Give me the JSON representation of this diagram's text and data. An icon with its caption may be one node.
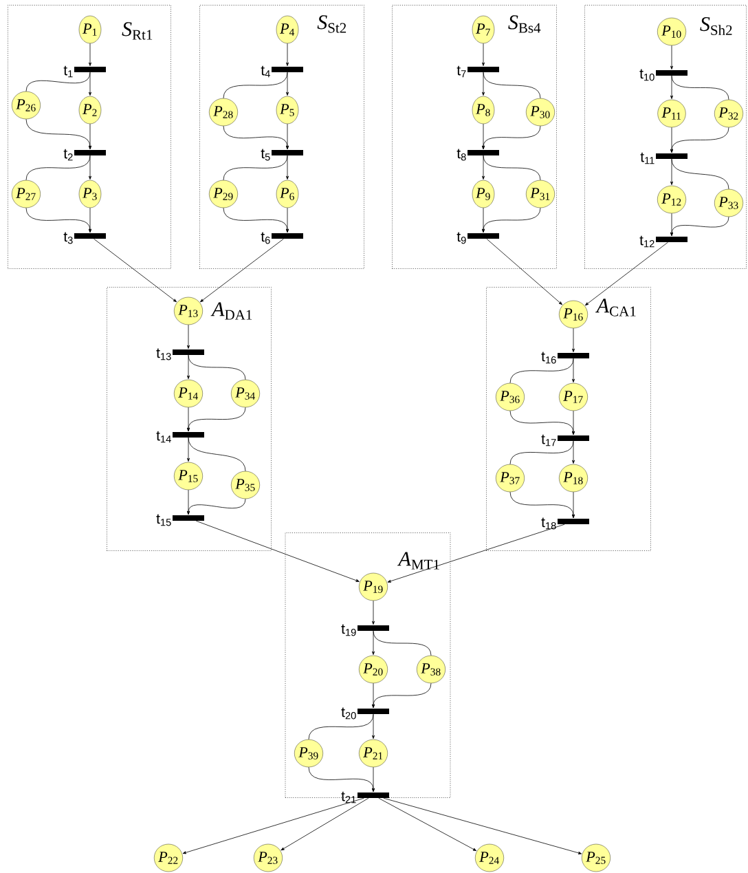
{
  "diagram": {
    "nodes": [
      {
        "text": [
          "*S*$_{Rt1}$"
        ]
      },
      {
        "text": [
          "*P*$_{1}$"
        ],
        "in": 0
      },
      {
        "text": [],
        "shape": "bar",
        "beside": [
          "t$_{1}$"
        ],
        "in": 0
      },
      {
        "text": [
          "*P*$_{26}$"
        ],
        "in": 0
      },
      {
        "text": [
          "*P*$_{2}$"
        ],
        "in": 0
      },
      {
        "text": [],
        "shape": "bar",
        "beside": [
          "t$_{2}$"
        ],
        "in": 0
      },
      {
        "text": [
          "*P*$_{27}$"
        ],
        "in": 0
      },
      {
        "text": [
          "*P*$_{3}$"
        ],
        "in": 0
      },
      {
        "text": [],
        "shape": "bar",
        "beside": [
          "t$_{3}$"
        ],
        "in": 0
      },
      {
        "text": [
          "*S*$_{St2}$"
        ]
      },
      {
        "text": [
          "*P*$_{4}$"
        ],
        "in": 9
      },
      {
        "text": [],
        "shape": "bar",
        "beside": [
          "t$_{4}$"
        ],
        "in": 9
      },
      {
        "text": [
          "*P*$_{28}$"
        ],
        "in": 9
      },
      {
        "text": [
          "*P*$_{5}$"
        ],
        "in": 9
      },
      {
        "text": [],
        "shape": "bar",
        "beside": [
          "t$_{5}$"
        ],
        "in": 9
      },
      {
        "text": [
          "*P*$_{29}$"
        ],
        "in": 9
      },
      {
        "text": [
          "*P*$_{6}$"
        ],
        "in": 9
      },
      {
        "text": [],
        "shape": "bar",
        "beside": [
          "t$_{6}$"
        ],
        "in": 9
      },
      {
        "text": [
          "*S*$_{Bs4}$"
        ]
      },
      {
        "text": [
          "*P*$_{7}$"
        ],
        "in": 18
      },
      {
        "text": [],
        "shape": "bar",
        "beside": [
          "t$_{7}$"
        ],
        "in": 18
      },
      {
        "text": [
          "*P*$_{8}$"
        ],
        "in": 18
      },
      {
        "text": [
          "*P*$_{30}$"
        ],
        "in": 18
      },
      {
        "text": [],
        "shape": "bar",
        "beside": [
          "t$_{8}$"
        ],
        "in": 18
      },
      {
        "text": [
          "*P*$_{9}$"
        ],
        "in": 18
      },
      {
        "text": [
          "*P*$_{31}$"
        ],
        "in": 18
      },
      {
        "text": [],
        "shape": "bar",
        "beside": [
          "t$_{9}$"
        ],
        "in": 18
      },
      {
        "text": [
          "*S*$_{Sh2}$"
        ]
      },
      {
        "text": [
          "*P*$_{10}$"
        ],
        "in": 27
      },
      {
        "text": [],
        "shape": "bar",
        "beside": [
          "t$_{10}$"
        ],
        "in": 27
      },
      {
        "text": [
          "*P*$_{11}$"
        ],
        "in": 27
      },
      {
        "text": [
          "*P*$_{32}$"
        ],
        "in": 27
      },
      {
        "text": [],
        "shape": "bar",
        "beside": [
          "t$_{11}$"
        ],
        "in": 27
      },
      {
        "text": [
          "*P*$_{12}$"
        ],
        "in": 27
      },
      {
        "text": [
          "*P*$_{33}$"
        ],
        "in": 27
      },
      {
        "text": [],
        "shape": "bar",
        "beside": [
          "t$_{12}$"
        ],
        "in": 27
      },
      {
        "text": [
          "*A*$_{DA1}$"
        ]
      },
      {
        "text": [
          "*P*$_{13}$"
        ],
        "in": 36
      },
      {
        "text": [],
        "shape": "bar",
        "beside": [
          "t$_{13}$"
        ],
        "in": 36
      },
      {
        "text": [
          "*P*$_{14}$"
        ],
        "in": 36
      },
      {
        "text": [
          "*P*$_{34}$"
        ],
        "in": 36
      },
      {
        "text": [],
        "shape": "bar",
        "beside": [
          "t$_{14}$"
        ],
        "in": 36
      },
      {
        "text": [
          "*P*$_{15}$"
        ],
        "in": 36
      },
      {
        "text": [
          "*P*$_{35}$"
        ],
        "in": 36
      },
      {
        "text": [],
        "shape": "bar",
        "beside": [
          "t$_{15}$"
        ],
        "in": 36
      },
      {
        "text": [
          "*A*$_{CA1}$"
        ]
      },
      {
        "text": [
          "*P*$_{16}$"
        ],
        "in": 45
      },
      {
        "text": [],
        "shape": "bar",
        "beside": [
          "t$_{16}$"
        ],
        "in": 45
      },
      {
        "text": [
          "*P*$_{36}$"
        ],
        "in": 45
      },
      {
        "text": [
          "*P*$_{17}$"
        ],
        "in": 45
      },
      {
        "text": [],
        "shape": "bar",
        "beside": [
          "t$_{17}$"
        ],
        "in": 45
      },
      {
        "text": [
          "*P*$_{37}$"
        ],
        "in": 45
      },
      {
        "text": [
          "*P*$_{18}$"
        ],
        "in": 45
      },
      {
        "text": [],
        "shape": "bar",
        "beside": [
          "t$_{18}$"
        ],
        "in": 45
      },
      {
        "text": [
          "*A*$_{MT1}$"
        ]
      },
      {
        "text": [
          "*P*$_{19}$"
        ],
        "in": 54
      },
      {
        "text": [],
        "shape": "bar",
        "beside": [
          "t$_{19}$"
        ],
        "in": 54
      },
      {
        "text": [
          "*P*$_{20}$"
        ],
        "in": 54
      },
      {
        "text": [
          "*P*$_{38}$"
        ],
        "in": 54
      },
      {
        "text": [],
        "shape": "bar",
        "beside": [
          "t$_{20}$"
        ],
        "in": 54
      },
      {
        "text": [
          "*P*$_{39}$"
        ],
        "in": 54
      },
      {
        "text": [
          "*P*$_{21}$"
        ],
        "in": 54
      },
      {
        "text": [],
        "shape": "bar",
        "beside": [
          "t$_{21}$"
        ],
        "in": 54
      },
      {
        "text": [
          "*P*$_{22}$"
        ]
      },
      {
        "text": [
          "*P*$_{23}$"
        ]
      },
      {
        "text": [
          "*P*$_{24}$"
        ]
      },
      {
        "text": [
          "*P*$_{25}$"
        ]
      }
    ],
    "edges": [
      {
        "from": 1,
        "to": 2,
        "arrow": "to"
      },
      {
        "from": 2,
        "to": 4,
        "arrow": "to"
      },
      {
        "from": 2,
        "to": 3,
        "arrow": "none"
      },
      {
        "from": 3,
        "to": 5,
        "arrow": "to"
      },
      {
        "from": 4,
        "to": 5,
        "arrow": "to"
      },
      {
        "from": 5,
        "to": 7,
        "arrow": "to"
      },
      {
        "from": 5,
        "to": 6,
        "arrow": "none"
      },
      {
        "from": 6,
        "to": 8,
        "arrow": "to"
      },
      {
        "from": 7,
        "to": 8,
        "arrow": "to"
      },
      {
        "from": 10,
        "to": 11,
        "arrow": "to"
      },
      {
        "from": 11,
        "to": 13,
        "arrow": "to"
      },
      {
        "from": 11,
        "to": 12,
        "arrow": "none"
      },
      {
        "from": 12,
        "to": 14,
        "arrow": "to"
      },
      {
        "from": 13,
        "to": 14,
        "arrow": "to"
      },
      {
        "from": 14,
        "to": 16,
        "arrow": "to"
      },
      {
        "from": 14,
        "to": 15,
        "arrow": "none"
      },
      {
        "from": 15,
        "to": 17,
        "arrow": "to"
      },
      {
        "from": 16,
        "to": 17,
        "arrow": "to"
      },
      {
        "from": 19,
        "to": 20,
        "arrow": "to"
      },
      {
        "from": 20,
        "to": 21,
        "arrow": "to"
      },
      {
        "from": 20,
        "to": 22,
        "arrow": "none"
      },
      {
        "from": 22,
        "to": 23,
        "arrow": "to"
      },
      {
        "from": 21,
        "to": 23,
        "arrow": "to"
      },
      {
        "from": 23,
        "to": 24,
        "arrow": "to"
      },
      {
        "from": 23,
        "to": 25,
        "arrow": "none"
      },
      {
        "from": 25,
        "to": 26,
        "arrow": "to"
      },
      {
        "from": 24,
        "to": 26,
        "arrow": "to"
      },
      {
        "from": 28,
        "to": 29,
        "arrow": "to"
      },
      {
        "from": 29,
        "to": 30,
        "arrow": "to"
      },
      {
        "from": 29,
        "to": 31,
        "arrow": "none"
      },
      {
        "from": 31,
        "to": 32,
        "arrow": "to"
      },
      {
        "from": 30,
        "to": 32,
        "arrow": "to"
      },
      {
        "from": 32,
        "to": 33,
        "arrow": "to"
      },
      {
        "from": 32,
        "to": 34,
        "arrow": "none"
      },
      {
        "from": 34,
        "to": 35,
        "arrow": "to"
      },
      {
        "from": 33,
        "to": 35,
        "arrow": "to"
      },
      {
        "from": 37,
        "to": 38,
        "arrow": "to"
      },
      {
        "from": 38,
        "to": 39,
        "arrow": "to"
      },
      {
        "from": 38,
        "to": 40,
        "arrow": "none"
      },
      {
        "from": 40,
        "to": 41,
        "arrow": "to"
      },
      {
        "from": 39,
        "to": 41,
        "arrow": "to"
      },
      {
        "from": 41,
        "to": 42,
        "arrow": "to"
      },
      {
        "from": 41,
        "to": 43,
        "arrow": "none"
      },
      {
        "from": 43,
        "to": 44,
        "arrow": "to"
      },
      {
        "from": 42,
        "to": 44,
        "arrow": "to"
      },
      {
        "from": 46,
        "to": 47,
        "arrow": "to"
      },
      {
        "from": 47,
        "to": 49,
        "arrow": "to"
      },
      {
        "from": 47,
        "to": 48,
        "arrow": "none"
      },
      {
        "from": 48,
        "to": 50,
        "arrow": "to"
      },
      {
        "from": 49,
        "to": 50,
        "arrow": "to"
      },
      {
        "from": 50,
        "to": 52,
        "arrow": "to"
      },
      {
        "from": 50,
        "to": 51,
        "arrow": "none"
      },
      {
        "from": 51,
        "to": 53,
        "arrow": "to"
      },
      {
        "from": 52,
        "to": 53,
        "arrow": "to"
      },
      {
        "from": 55,
        "to": 56,
        "arrow": "to"
      },
      {
        "from": 56,
        "to": 57,
        "arrow": "to"
      },
      {
        "from": 56,
        "to": 58,
        "arrow": "none"
      },
      {
        "from": 58,
        "to": 59,
        "arrow": "to"
      },
      {
        "from": 57,
        "to": 59,
        "arrow": "to"
      },
      {
        "from": 59,
        "to": 61,
        "arrow": "to"
      },
      {
        "from": 59,
        "to": 60,
        "arrow": "none"
      },
      {
        "from": 60,
        "to": 62,
        "arrow": "to"
      },
      {
        "from": 61,
        "to": 62,
        "arrow": "to"
      },
      {
        "from": 8,
        "to": 37,
        "arrow": "to"
      },
      {
        "from": 17,
        "to": 37,
        "arrow": "to"
      },
      {
        "from": 26,
        "to": 46,
        "arrow": "to"
      },
      {
        "from": 35,
        "to": 46,
        "arrow": "to"
      },
      {
        "from": 44,
        "to": 55,
        "arrow": "to"
      },
      {
        "from": 53,
        "to": 55,
        "arrow": "to"
      },
      {
        "from": 62,
        "to": 63,
        "arrow": "to"
      },
      {
        "from": 62,
        "to": 64,
        "arrow": "to"
      },
      {
        "from": 62,
        "to": 65,
        "arrow": "to"
      },
      {
        "from": 62,
        "to": 66,
        "arrow": "to"
      }
    ]
  }
}
